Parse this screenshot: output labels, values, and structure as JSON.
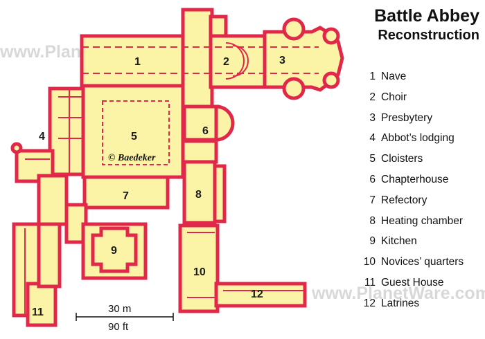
{
  "title": "Battle Abbey",
  "subtitle": "Reconstruction",
  "legend": [
    {
      "num": "1",
      "label": "Nave"
    },
    {
      "num": "2",
      "label": "Choir"
    },
    {
      "num": "3",
      "label": "Presbytery"
    },
    {
      "num": "4",
      "label": "Abbot’s lodging"
    },
    {
      "num": "5",
      "label": "Cloisters"
    },
    {
      "num": "6",
      "label": "Chapterhouse"
    },
    {
      "num": "7",
      "label": "Refectory"
    },
    {
      "num": "8",
      "label": "Heating chamber"
    },
    {
      "num": "9",
      "label": "Kitchen"
    },
    {
      "num": "10",
      "label": "Novices’ quarters"
    },
    {
      "num": "11",
      "label": "Guest House"
    },
    {
      "num": "12",
      "label": "Latrines"
    }
  ],
  "scale": {
    "metric": "30 m",
    "imperial": "90 ft"
  },
  "credit": "© Baedeker",
  "watermark": "www.PlanetWare.com",
  "colors": {
    "wall": "#e0294a",
    "fill": "#fbf3a6",
    "text": "#111111",
    "watermark": "#cfcfcf"
  }
}
